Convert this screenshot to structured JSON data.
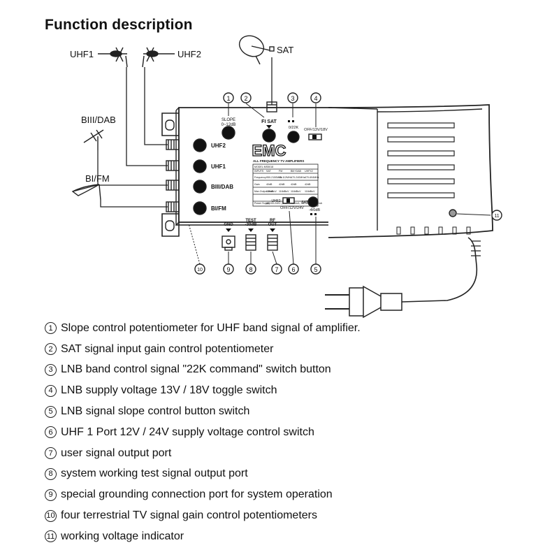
{
  "title": "Function description",
  "inputs": {
    "uhf1": "UHF1",
    "uhf2": "UHF2",
    "sat": "SAT",
    "biii_dab": "BIII/DAB",
    "bi_fm": "BI/FM"
  },
  "device": {
    "brand": "EMC",
    "subtitle": "ALL FREQUENCY TV AMPLIFIERS",
    "knobs": {
      "slope": "SLOPE",
      "slope_range": "0~12dB",
      "fi_sat": "FI SAT",
      "k22": "0/22K",
      "off_13_18": "OFF/13V/18V",
      "uhf2": "UHF2",
      "uhf1": "UHF1",
      "biii_dab": "BIII/DAB",
      "bi_fm": "BI/FM",
      "uhf2_switch": "UHF2",
      "off_12_24": "OFF/12V/24V",
      "sat_switch": "SAT",
      "slope_switch": "-4/0dB"
    },
    "ports": {
      "gnd": "GND",
      "test": "TEST",
      "test_level": "-30dB",
      "rf": "RF",
      "rf_out": "OUT"
    },
    "spec_table": {
      "model": "MODEL:MS5018",
      "headers": [
        "INPUTS",
        "SAT",
        "FM",
        "BIII+DAB",
        "UHFX2"
      ],
      "rows": [
        [
          "Frequency",
          "950-2150MHz",
          "45-112MHz",
          "170-240MHz",
          "470-694MHz"
        ],
        [
          "Gain",
          "40dB",
          "42dB",
          "42dB",
          "42dB"
        ],
        [
          "Max.Output level",
          "120dBuV",
          "118dBuV",
          "118dBuV",
          "118dBuV"
        ]
      ],
      "power_label": "Power Supply",
      "power_value": "AC100-240V | DC24V 200mA, SAT13/18V 200mA"
    }
  },
  "callouts": [
    "1",
    "2",
    "3",
    "4",
    "5",
    "6",
    "7",
    "8",
    "9",
    "10",
    "11"
  ],
  "legend": [
    {
      "num": "1",
      "text": "Slope control potentiometer for UHF band signal of amplifier."
    },
    {
      "num": "2",
      "text": "SAT signal input gain control potentiometer"
    },
    {
      "num": "3",
      "text": "LNB band control signal \"22K command\" switch button"
    },
    {
      "num": "4",
      "text": "LNB supply voltage 13V / 18V toggle switch"
    },
    {
      "num": "5",
      "text": "LNB signal slope control button switch"
    },
    {
      "num": "6",
      "text": "UHF 1 Port 12V / 24V supply voltage control switch"
    },
    {
      "num": "7",
      "text": "user signal output port"
    },
    {
      "num": "8",
      "text": "system working test signal output port"
    },
    {
      "num": "9",
      "text": "special grounding connection port for system operation"
    },
    {
      "num": "10",
      "text": " four terrestrial TV signal gain control potentiometers"
    },
    {
      "num": "11",
      "text": " working voltage indicator"
    }
  ]
}
